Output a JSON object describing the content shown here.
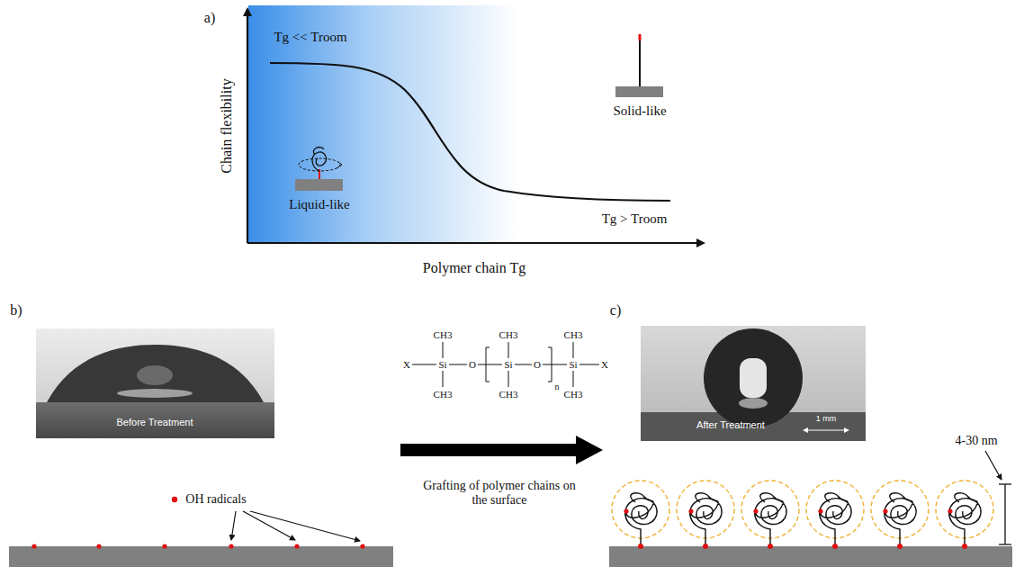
{
  "diagram": {
    "nodes": [
      {
        "text": [
          "Before Treatment"
        ]
      },
      {
        "text": [
          "After Treatment",
          "1 mm"
        ]
      }
    ],
    "labels": [
      "a)",
      "Tg << Troom",
      "Chain flexibility",
      "Solid-like",
      "Liquid-like",
      "Tg > Troom",
      "Polymer chain Tg",
      "b)",
      "OH radicals",
      "CH3",
      "CH3",
      "CH3",
      "X",
      "Si",
      "O",
      "Si",
      "O",
      "Si",
      "X",
      "CH3",
      "CH3",
      "CH3",
      "n",
      "Grafting of polymer chains on the surface",
      "c)",
      "4-30 nm"
    ]
  }
}
